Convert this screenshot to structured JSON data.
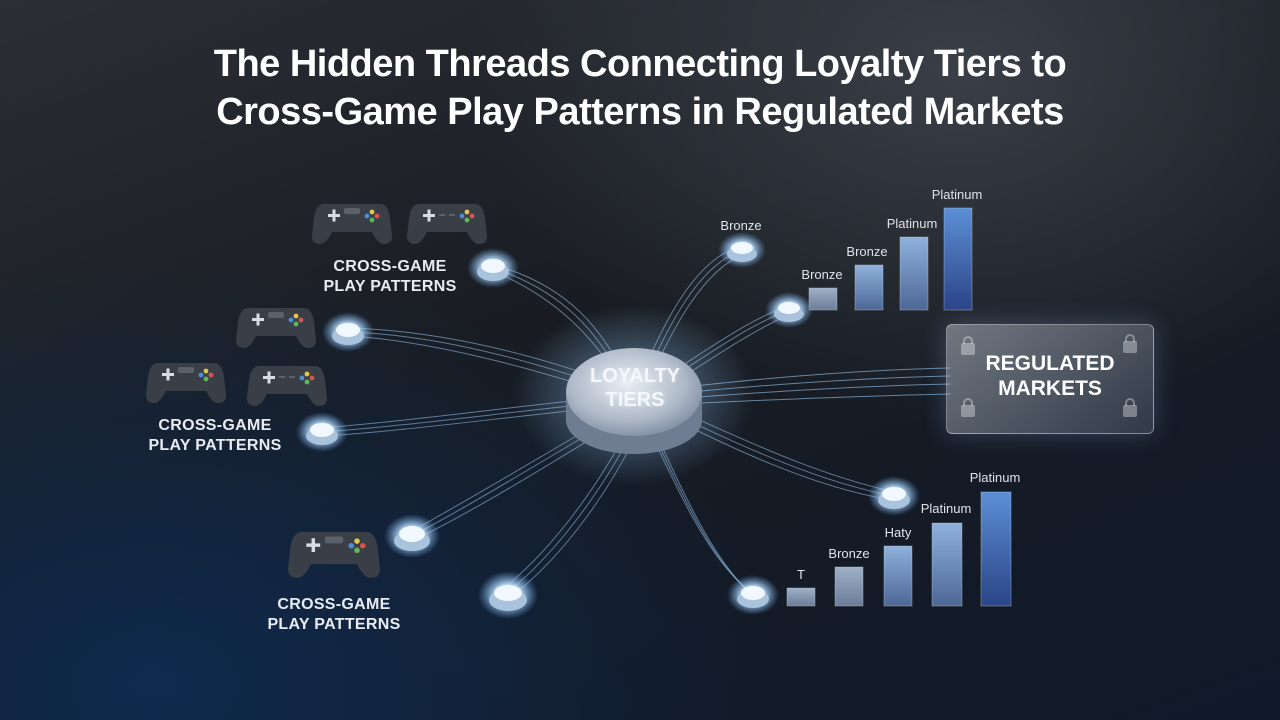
{
  "title_line1": "The Hidden Threads Connecting Loyalty Tiers to",
  "title_line2": "Cross-Game Play Patterns in Regulated Markets",
  "hub": {
    "line1": "LOYALTY",
    "line2": "TIERS"
  },
  "regulated": {
    "line1": "REGULATED",
    "line2": "MARKETS"
  },
  "cross_game_labels": [
    {
      "line1": "CROSS-GAME",
      "line2": "PLAY PATTERNS"
    },
    {
      "line1": "CROSS-GAME",
      "line2": "PLAY PATTERNS"
    },
    {
      "line1": "CROSS-GAME",
      "line2": "PLAY PATTERNS"
    }
  ],
  "top_tier_labels": [
    "Bronze",
    "Bronze",
    "Bronze",
    "Platinum",
    "Platinum"
  ],
  "bottom_tier_labels": [
    "T",
    "Bronze",
    "Haty",
    "Platinum",
    "Platinum"
  ],
  "icons": [
    "gamepad-icon",
    "lock-icon"
  ],
  "colors": {
    "accent": "#6aa8e8",
    "bar_dark": "#2f4f95",
    "bar_light": "#8fa4bf"
  }
}
